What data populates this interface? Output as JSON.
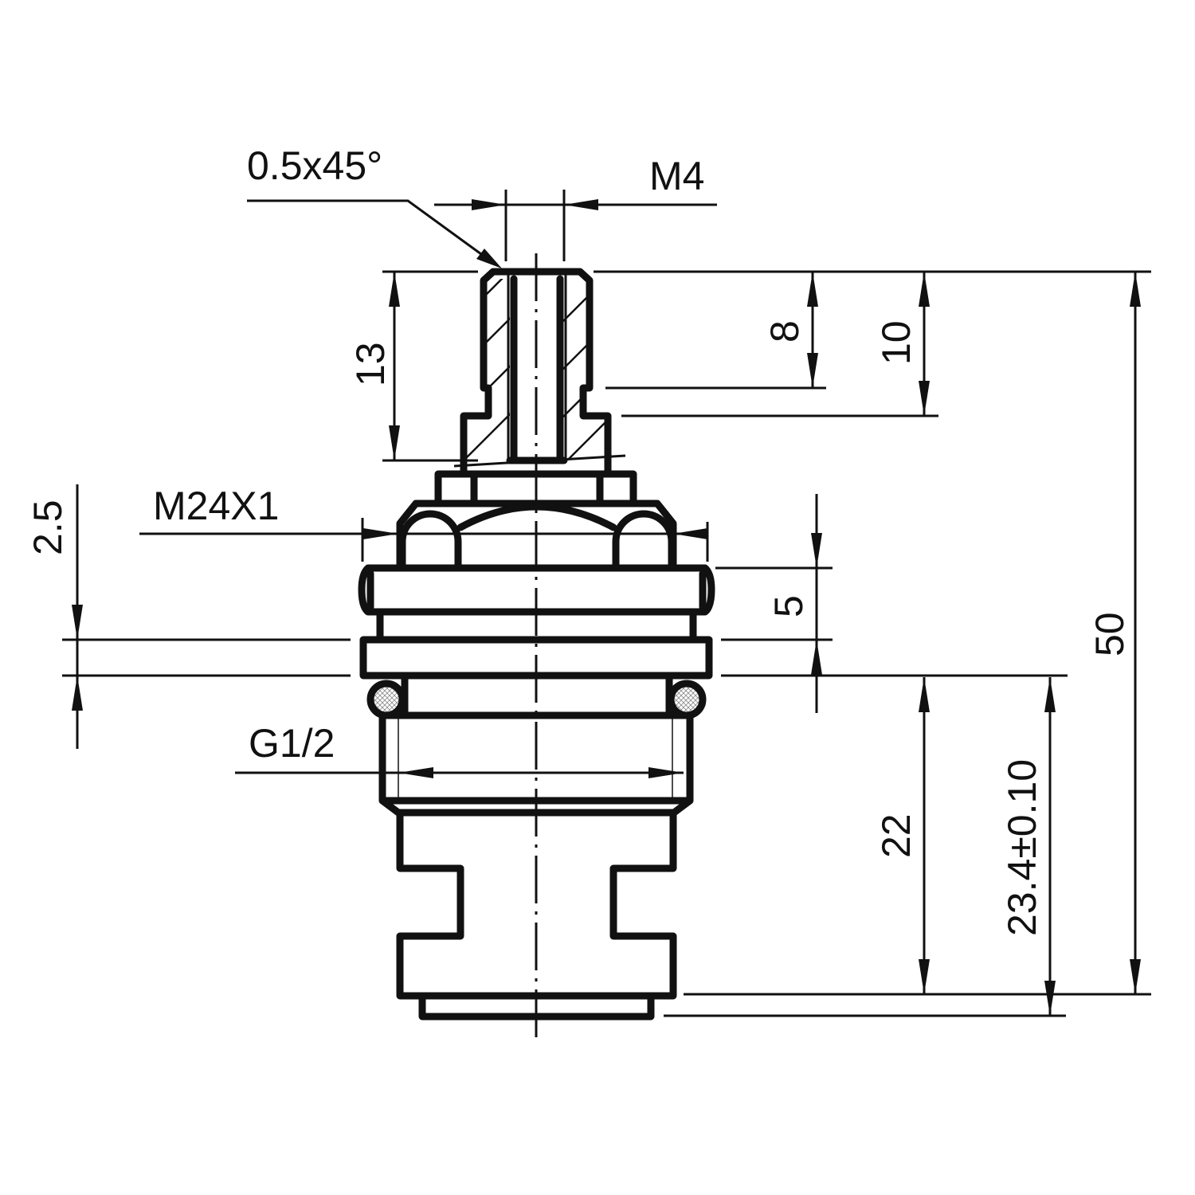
{
  "drawing": {
    "title": "Cartridge dimensional drawing",
    "labels": {
      "chamfer": "0.5x45°",
      "stem_thread": "M4",
      "stem_height": "13",
      "spline_8": "8",
      "spline_10": "10",
      "nut_thread": "M24X1",
      "groove": "2.5",
      "flange_5": "5",
      "body_thread": "G1/2",
      "height_22": "22",
      "height_23_4": "23.4±0.10",
      "total_50": "50"
    },
    "colors": {
      "line": "#111111",
      "background": "#ffffff"
    }
  }
}
